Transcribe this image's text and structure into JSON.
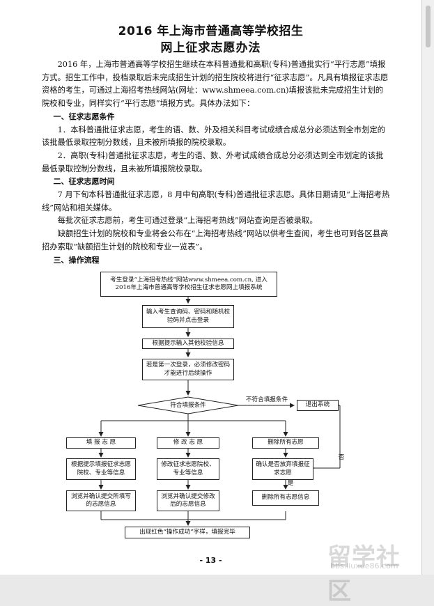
{
  "document": {
    "title_line1": "2016 年上海市普通高等学校招生",
    "title_line2": "网上征求志愿办法",
    "paragraphs": [
      {
        "kind": "p",
        "text": "2016 年，上海市普通高等学校招生继续在本科普通批和高职(专科)普通批实行“平行志愿”填报方式。招生工作中，投档录取后未完成招生计划的招生院校将进行“征求志愿”。凡具有填报征求志愿资格的考生，可通过上海招考热线网站(网址：www.shmeea.com.cn)填报该批未完成招生计划的院校和专业，同样实行“平行志愿”填报方式。具体办法如下："
      },
      {
        "kind": "h",
        "text": "一、征求志愿条件"
      },
      {
        "kind": "p",
        "text": "1．本科普通批征求志愿，考生的语、数、外及相关科目考试成绩合成总分必须达到全市划定的该批最低录取控制分数线，且未被所填报的院校录取。"
      },
      {
        "kind": "p",
        "text": "2．高职(专科)普通批征求志愿，考生的语、数、外考试成绩合成总分必须达到全市划定的该批最低录取控制分数线，且未被所填报院校录取。"
      },
      {
        "kind": "h",
        "text": "二、征求志愿时间"
      },
      {
        "kind": "p",
        "text": "7 月下旬本科普通批征求志愿，8 月中旬高职(专科)普通批征求志愿。具体日期请见“上海招考热线”网站和相关媒体。"
      },
      {
        "kind": "p",
        "text": "每批次征求志愿前，考生可通过登录“上海招考热线”网站查询是否被录取。"
      },
      {
        "kind": "p",
        "text": "缺额招生计划的院校和专业将会公布在“上海招考热线”网站以供考生查阅，考生也可到各区县高招办索取“缺额招生计划的院校和专业一览表”。"
      },
      {
        "kind": "h",
        "text": "三、操作流程"
      }
    ],
    "page_number": "- 13 -"
  },
  "flowchart": {
    "step1": "考生登录“上海招考热线”网站www.shmeea.com.cn, 进入2016年上海市普通高等学校招生征求志愿网上填报系统",
    "step2": "输入考生查询码、密码和随机校验码并点击登录",
    "step3": "根据提示输入其他校验信息",
    "step4": "若是第一次登录，必须修改密码才能进行后续操作",
    "decision": "符合填报条件",
    "no_label": "不符合填报条件",
    "exit": "退出系统",
    "col1_head": "填 报 志 愿",
    "col2_head": "修 改 志 愿",
    "col3_head": "删除所有志愿",
    "col1_b1": "根据提示填报征求志愿院校、专业等信息",
    "col2_b1": "修改征求志愿院校、专业等信息",
    "col3_b1": "确认是否放弃填报征求志愿",
    "col1_b2": "浏览并确认提交所填写的志愿信息",
    "col2_b2": "浏览并确认提交修改后的志愿信息",
    "col3_b2": "删除所有志愿信息",
    "yes_label": "是",
    "no_label2": "否",
    "final": "出现红色“操作成功”字样，填报完毕"
  },
  "watermark": {
    "logo_text": "留学社区",
    "url": "bbs.liuxue86.com"
  }
}
